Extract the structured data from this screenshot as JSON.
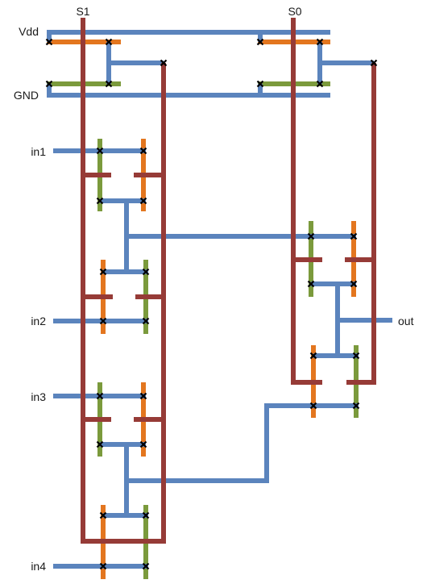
{
  "labels": {
    "s1": "S1",
    "s0": "S0",
    "vdd": "Vdd",
    "gnd": "GND",
    "in1": "in1",
    "in2": "in2",
    "in3": "in3",
    "in4": "in4",
    "out": "out"
  },
  "colors": {
    "wire_blue": "#5b84bd",
    "wire_red": "#963b37",
    "pmos_orange": "#e3761f",
    "nmos_green": "#7b9a3c",
    "contact_mark": "#000000"
  }
}
